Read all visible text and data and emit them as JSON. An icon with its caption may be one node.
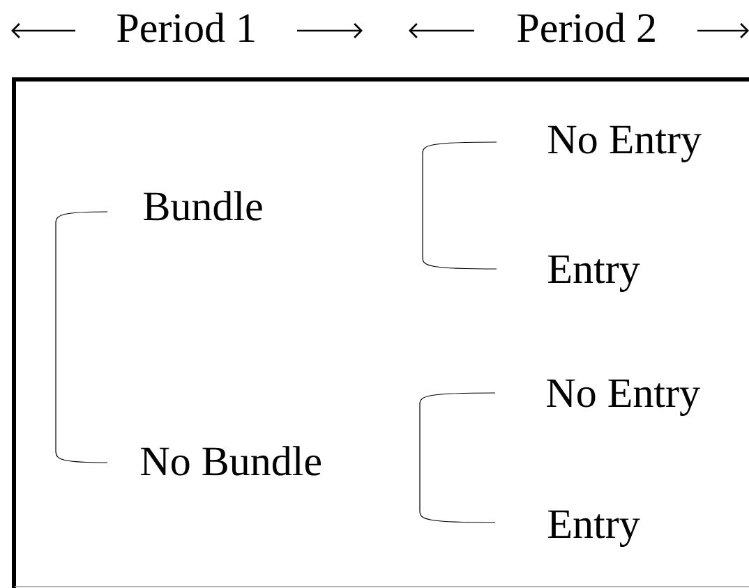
{
  "diagram": {
    "labels": [
      "Period 1",
      "Period 2",
      "No Entry",
      "Bundle",
      "Entry",
      "No Entry",
      "No Bundle",
      "Entry"
    ]
  }
}
